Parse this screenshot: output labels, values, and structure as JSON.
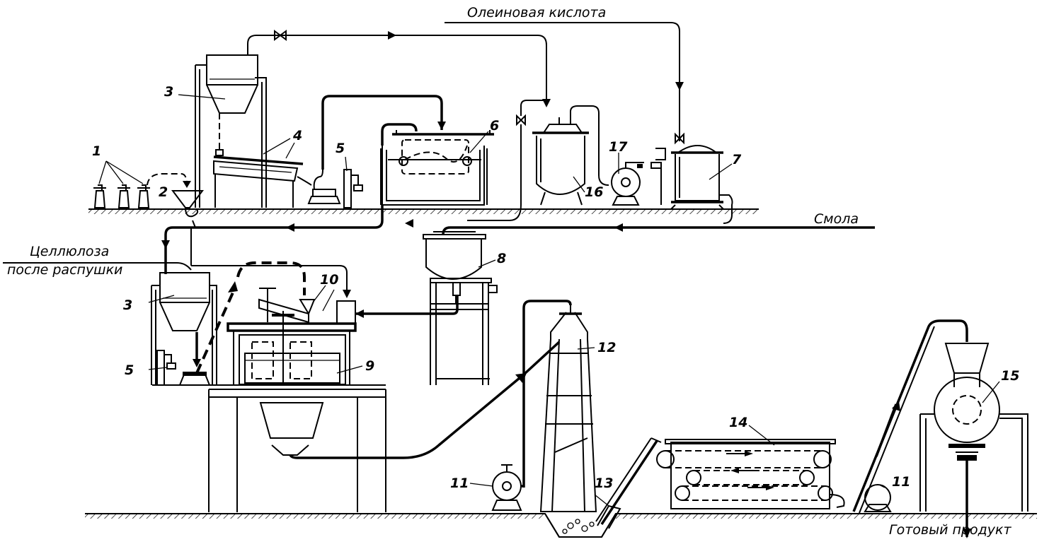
{
  "labels": {
    "oleic_acid": "Олеиновая кислота",
    "resin": "Смола",
    "cellulose_line1": "Целлюлоза",
    "cellulose_line2": "после распушки",
    "finished_product": "Готовый продукт"
  },
  "callouts": {
    "n1": "1",
    "n2": "2",
    "n3_top": "3",
    "n3_bottom": "3",
    "n4": "4",
    "n5_top": "5",
    "n5_bottom": "5",
    "n6": "6",
    "n7": "7",
    "n8": "8",
    "n9": "9",
    "n10": "10",
    "n11_left": "11",
    "n11_right": "11",
    "n12": "12",
    "n13": "13",
    "n14": "14",
    "n15": "15",
    "n16": "16",
    "n17": "17"
  }
}
